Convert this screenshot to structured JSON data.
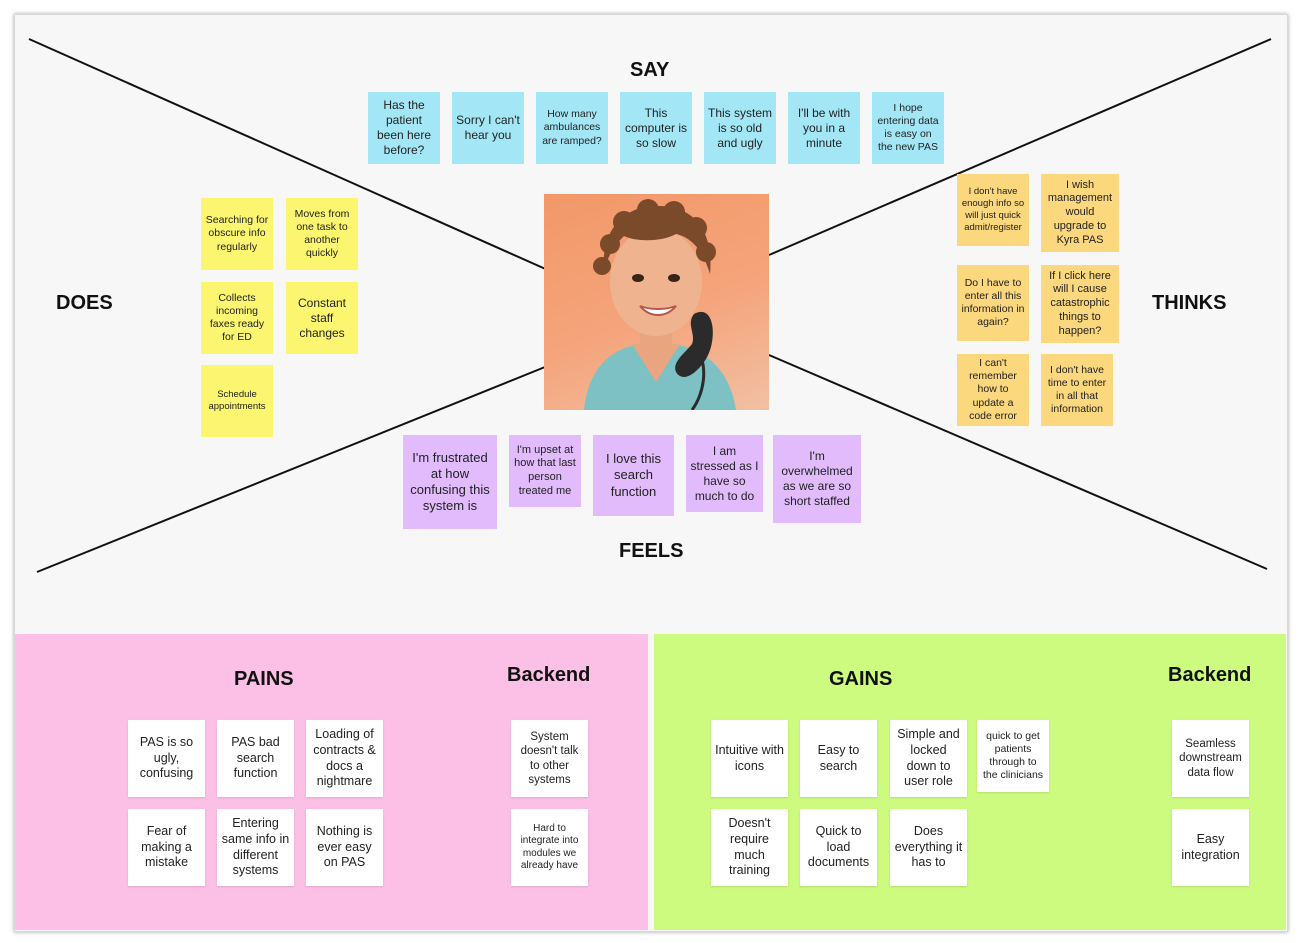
{
  "quadrants": {
    "say": "SAY",
    "does": "DOES",
    "thinks": "THINKS",
    "feels": "FEELS"
  },
  "say_notes": [
    "Has the patient been here before?",
    "Sorry I can't hear you",
    "How many ambulances are ramped?",
    "This computer is so slow",
    "This system is so old and ugly",
    "I'll be with you in a minute",
    "I hope entering data is easy on the new PAS"
  ],
  "does_notes": [
    "Searching for obscure info regularly",
    "Moves from one task to another quickly",
    "Collects incoming faxes ready for ED",
    "Constant staff changes",
    "Schedule appointments"
  ],
  "thinks_notes": [
    "I don't have enough info so will just quick admit/register",
    "I wish management would upgrade to Kyra PAS",
    "Do I have to enter all this information in again?",
    "If I click here will I cause catastrophic things to happen?",
    "I can't remember how to update a code error",
    "I don't have time to enter in all that information"
  ],
  "feels_notes": [
    "I'm frustrated at how confusing this system is",
    "I'm upset at how that last person treated me",
    "I love this search function",
    "I am stressed as I have so much to do",
    "I'm overwhelmed as we are so short staffed"
  ],
  "pains": {
    "title": "PAINS",
    "backend_title": "Backend",
    "notes": [
      "PAS is so ugly, confusing",
      "PAS bad search function",
      "Loading of contracts & docs a nightmare",
      "Fear of making a mistake",
      "Entering same info in different systems",
      "Nothing is ever easy on PAS"
    ],
    "backend_notes": [
      "System doesn't talk to other systems",
      "Hard to integrate into modules we already have"
    ]
  },
  "gains": {
    "title": "GAINS",
    "backend_title": "Backend",
    "notes": [
      "Intuitive with icons",
      "Easy to search",
      "Simple and locked down to user role",
      "quick to get patients through to the clinicians",
      "Doesn't require much training",
      "Quick to load documents",
      "Does everything it has to"
    ],
    "backend_notes": [
      "Seamless downstream data flow",
      "Easy integration"
    ]
  },
  "colors": {
    "say": "#a3e7f6",
    "does": "#fbf56f",
    "thinks": "#fbd77d",
    "feels": "#e1bbfb",
    "pains_panel": "#fcc0e6",
    "gains_panel": "#ccfb7f"
  }
}
